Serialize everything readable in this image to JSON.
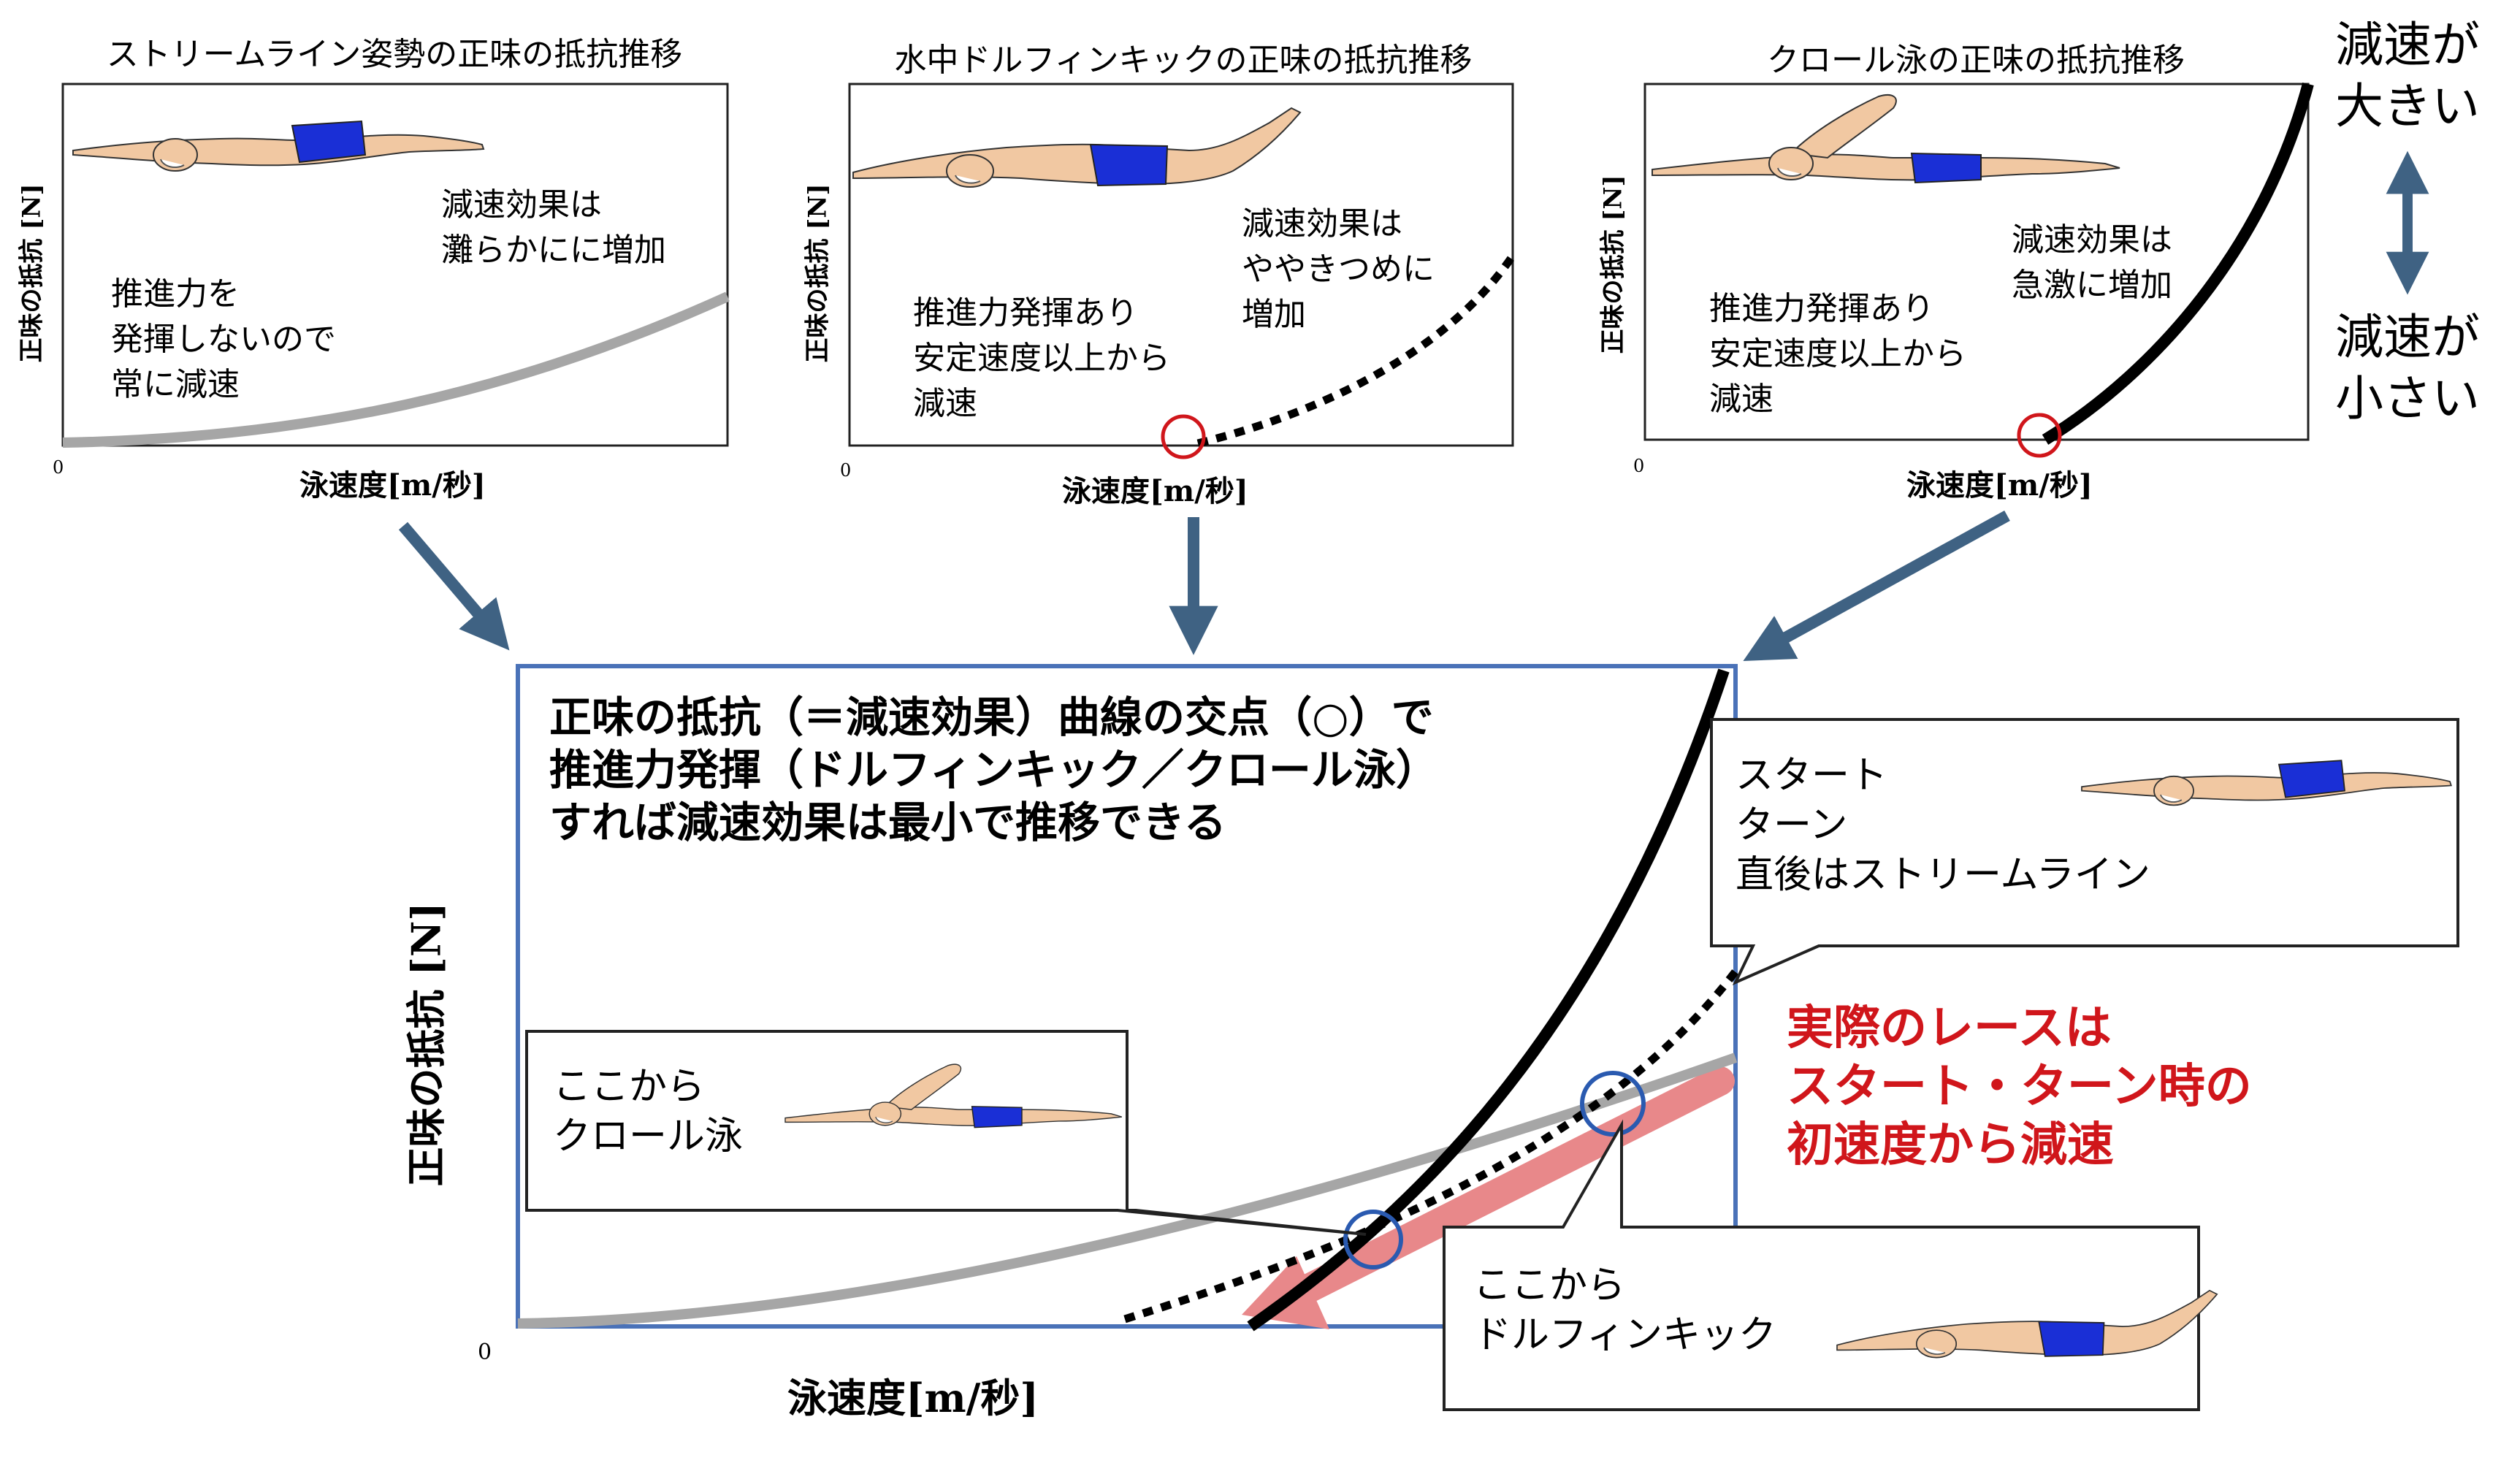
{
  "panels": [
    {
      "title": "ストリームライン姿勢の正味の抵抗推移",
      "ylabel": "正味の抵抗 [N]",
      "xlabel": "泳速度[m/秒]",
      "origin": "0",
      "notes": [
        "推進力を\n発揮しないので\n常に減速",
        "減速効果は\n灘らかにに増加"
      ]
    },
    {
      "title": "水中ドルフィンキックの正味の抵抗推移",
      "ylabel": "正味の抵抗 [N]",
      "xlabel": "泳速度[m/秒]",
      "origin": "0",
      "notes": [
        "推進力発揮あり\n安定速度以上から\n減速",
        "減速効果は\nややきつめに\n増加"
      ]
    },
    {
      "title": "クロール泳の正味の抵抗推移",
      "ylabel": "正味の抵抗 [N]",
      "xlabel": "泳速度[m/秒]",
      "origin": "0",
      "notes": [
        "推進力発揮あり\n安定速度以上から\n減速",
        "減速効果は\n急激に増加"
      ]
    }
  ],
  "scale_legend": {
    "top": "減速が\n大きい",
    "bottom": "減速が\n小さい"
  },
  "main": {
    "ylabel": "正味の抵抗 [N]",
    "xlabel": "泳速度[m/秒]",
    "origin": "0",
    "message": "正味の抵抗（＝減速効果）曲線の交点（○）で\n推進力発揮（ドルフィンキック／クロール泳）\nすれば減速効果は最小で推移できる",
    "red_text": "実際のレースは\nスタート・ターン時の\n初速度から減速",
    "callout_start": "スタート\nターン\n直後はストリームライン",
    "callout_crawl": "ここから\nクロール泳",
    "callout_dolphin": "ここから\nドルフィンキック"
  },
  "colors": {
    "frame_blue": "#4a72b8",
    "arrow": "#3f6283",
    "curve_gray": "#a6a6a6",
    "curve_black": "#000000",
    "marker_red": "#d0161b",
    "race_arrow": "#e8888a",
    "text_red": "#d0161b",
    "swimsuit": "#1a2fd6",
    "skin": "#f1c8a2"
  },
  "icons": [
    "swimmer-streamline-icon",
    "swimmer-dolphin-icon",
    "swimmer-crawl-icon"
  ]
}
